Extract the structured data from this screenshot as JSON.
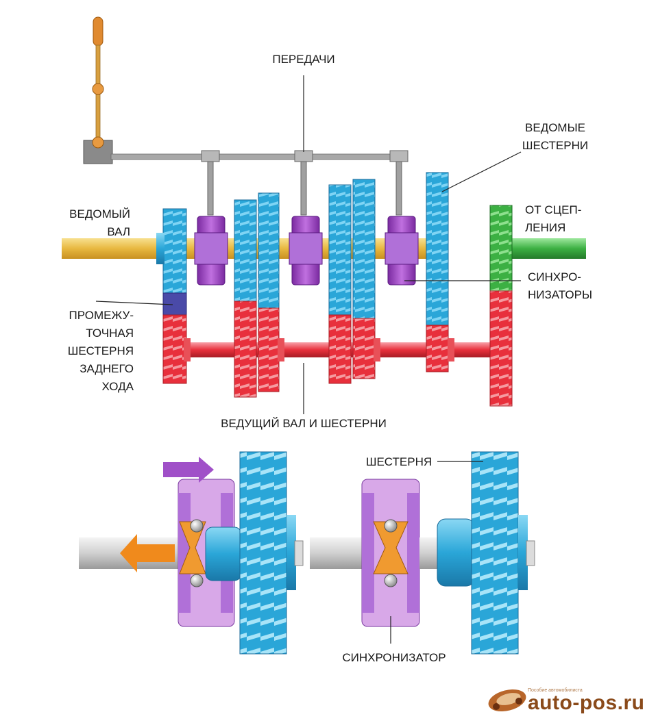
{
  "labels": {
    "gears": "ПЕРЕДАЧИ",
    "driven_gears_line1": "ВЕДОМЫЕ",
    "driven_gears_line2": "ШЕСТЕРНИ",
    "driven_shaft_line1": "ВЕДОМЫЙ",
    "driven_shaft_line2": "ВАЛ",
    "from_clutch_line1": "ОТ СЦЕП-",
    "from_clutch_line2": "ЛЕНИЯ",
    "synchronizers_line1": "СИНХРО-",
    "synchronizers_line2": "НИЗАТОРЫ",
    "reverse_idler_line1": "ПРОМЕЖУ-",
    "reverse_idler_line2": "ТОЧНАЯ",
    "reverse_idler_line3": "ШЕСТЕРНЯ",
    "reverse_idler_line4": "ЗАДНЕГО",
    "reverse_idler_line5": "ХОДА",
    "drive_shaft": "ВЕДУЩИЙ ВАЛ И ШЕСТЕРНИ",
    "gear": "ШЕСТЕРНЯ",
    "synchronizer": "СИНХРОНИЗАТОР"
  },
  "watermark": {
    "small": "Пособие автомобилиста",
    "big": "auto-pos.ru"
  },
  "colors": {
    "driven_shaft": "#e8c060",
    "clutch_shaft": "#3cb043",
    "drive_shaft": "#e8303c",
    "gear_blue": "#2aa6d8",
    "synchro_purple": "#a050c8",
    "synchro_light": "#d8a8e8",
    "idler": "#4a4aa8",
    "arrow_orange": "#f08a1c",
    "arrow_purple": "#a050c8",
    "rod": "#9a9a9a"
  }
}
